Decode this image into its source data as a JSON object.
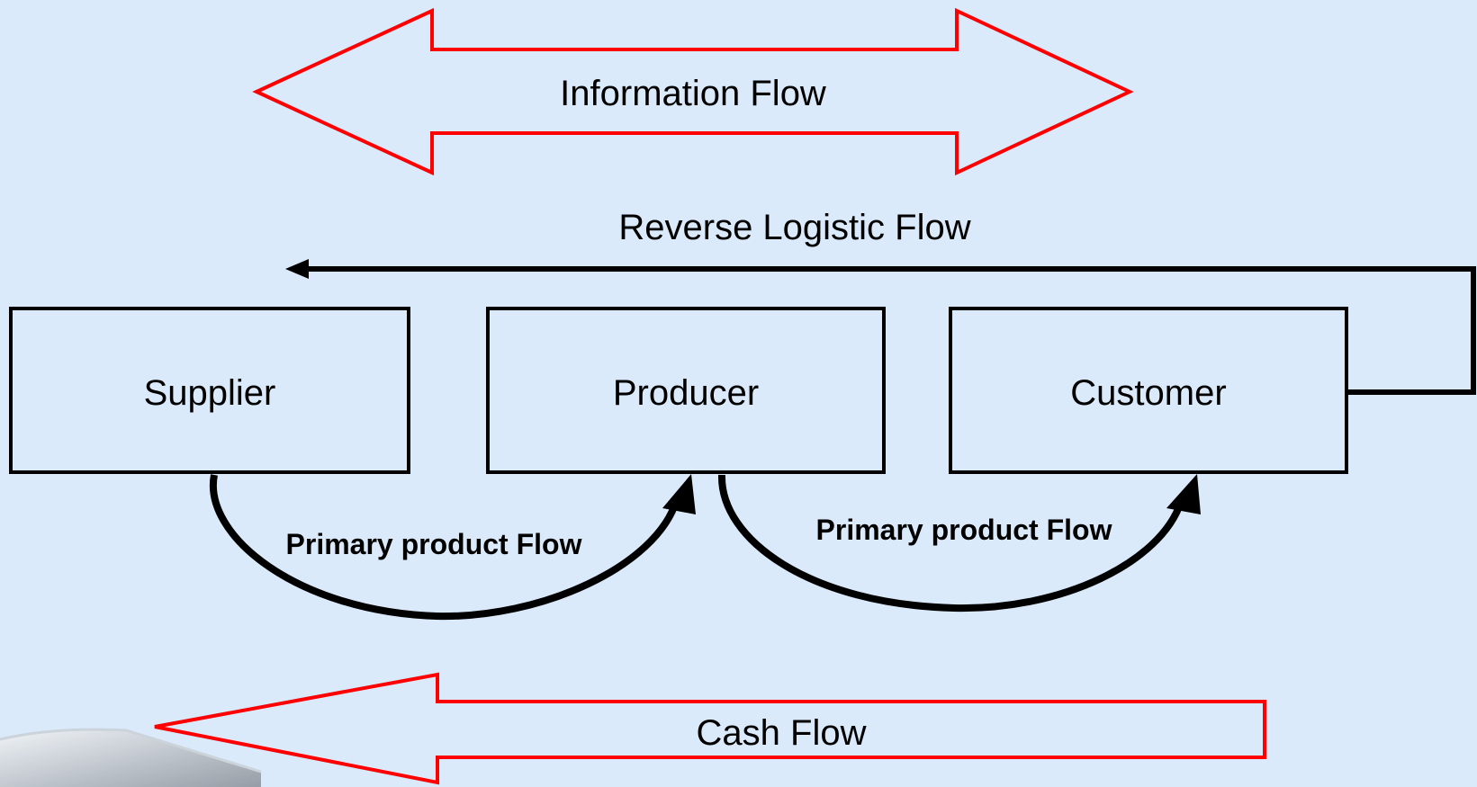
{
  "diagram": {
    "information_flow_label": "Information Flow",
    "reverse_flow_label": "Reverse Logistic Flow",
    "nodes": [
      "Supplier",
      "Producer",
      "Customer"
    ],
    "product_flow_labels": [
      "Primary product Flow",
      "Primary product Flow"
    ],
    "cash_flow_label": "Cash Flow"
  },
  "colors": {
    "background": "#dbeafb",
    "arrow_outline_red": "#ff0000",
    "line": "#000000"
  }
}
